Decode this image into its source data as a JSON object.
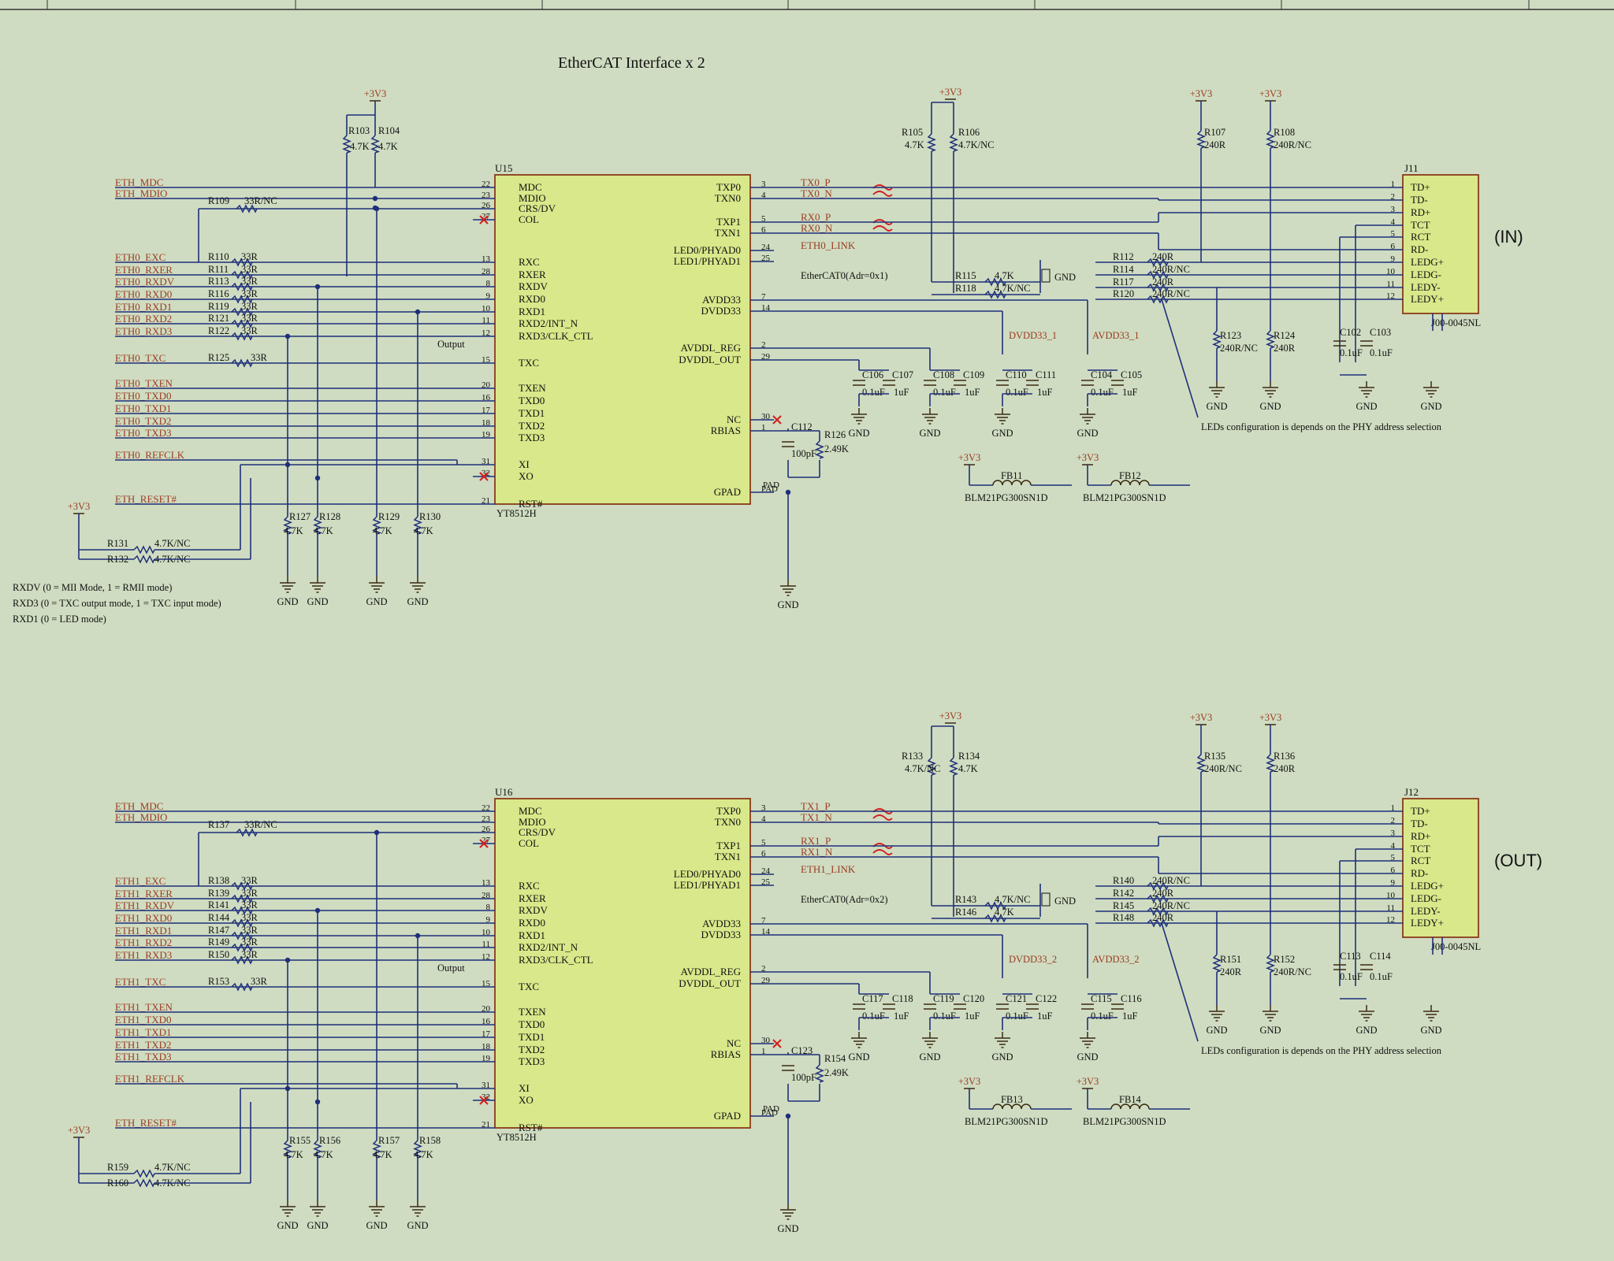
{
  "title": "EtherCAT Interface x 2",
  "colors": {
    "background": "#cfdcc1",
    "wire": "#1f2f7a",
    "chip": "#d8e88a",
    "net_label": "#9b3b22"
  },
  "power_labels": {
    "v33": "+3V3",
    "gnd": "GND",
    "dvdd": "DVDD33_1",
    "avdd": "AVDD33_1",
    "dvdd2": "DVDD33_2",
    "avdd2": "AVDD33_2"
  },
  "chip": {
    "part": "YT8512H",
    "left_pins": [
      {
        "num": "22",
        "name": "MDC"
      },
      {
        "num": "23",
        "name": "MDIO"
      },
      {
        "num": "26",
        "name": "CRS/DV"
      },
      {
        "num": "27",
        "name": "COL"
      },
      {
        "num": "13",
        "name": "RXC"
      },
      {
        "num": "28",
        "name": "RXER"
      },
      {
        "num": "8",
        "name": "RXDV"
      },
      {
        "num": "9",
        "name": "RXD0"
      },
      {
        "num": "10",
        "name": "RXD1"
      },
      {
        "num": "11",
        "name": "RXD2/INT_N"
      },
      {
        "num": "12",
        "name": "RXD3/CLK_CTL"
      },
      {
        "num": "15",
        "name": "TXC"
      },
      {
        "num": "20",
        "name": "TXEN"
      },
      {
        "num": "16",
        "name": "TXD0"
      },
      {
        "num": "17",
        "name": "TXD1"
      },
      {
        "num": "18",
        "name": "TXD2"
      },
      {
        "num": "19",
        "name": "TXD3"
      },
      {
        "num": "31",
        "name": "XI"
      },
      {
        "num": "32",
        "name": "XO"
      },
      {
        "num": "21",
        "name": "RST#"
      }
    ],
    "right_pins": [
      {
        "num": "3",
        "name": "TXP0"
      },
      {
        "num": "4",
        "name": "TXN0"
      },
      {
        "num": "5",
        "name": "TXP1"
      },
      {
        "num": "6",
        "name": "TXN1"
      },
      {
        "num": "24",
        "name": "LED0/PHYAD0"
      },
      {
        "num": "25",
        "name": "LED1/PHYAD1"
      },
      {
        "num": "7",
        "name": "AVDD33"
      },
      {
        "num": "14",
        "name": "DVDD33"
      },
      {
        "num": "2",
        "name": "AVDDL_REG"
      },
      {
        "num": "29",
        "name": "DVDDL_OUT"
      },
      {
        "num": "30",
        "name": "NC"
      },
      {
        "num": "1",
        "name": "RBIAS"
      },
      {
        "num": "PAD",
        "name": "GPAD"
      }
    ],
    "output_label": "Output"
  },
  "connector": {
    "part": "J00-0045NL",
    "pins": [
      {
        "num": "1",
        "name": "TD+"
      },
      {
        "num": "2",
        "name": "TD-"
      },
      {
        "num": "3",
        "name": "RD+"
      },
      {
        "num": "4",
        "name": "TCT"
      },
      {
        "num": "5",
        "name": "RCT"
      },
      {
        "num": "6",
        "name": "RD-"
      },
      {
        "num": "9",
        "name": "LEDG+"
      },
      {
        "num": "10",
        "name": "LEDG-"
      },
      {
        "num": "11",
        "name": "LEDY-"
      },
      {
        "num": "12",
        "name": "LEDY+"
      }
    ]
  },
  "ferrite": "BLM21PG300SN1D",
  "leds_note": "LEDs configuration is depends on the PHY address selection",
  "notes": [
    "RXDV (0 = MII Mode, 1 = RMII mode)",
    "RXD3 (0 = TXC output mode,  1 = TXC input mode)",
    "RXD1 (0 = LED mode)"
  ],
  "instances": [
    {
      "chip_ref": "U15",
      "conn_ref": "J11",
      "tag": "(IN)",
      "adr_note": "EtherCAT0(Adr=0x1)",
      "top_signals": [
        "ETH_MDC",
        "ETH_MDIO"
      ],
      "rx_signals": [
        "ETH0_EXC",
        "ETH0_RXER",
        "ETH0_RXDV",
        "ETH0_RXD0",
        "ETH0_RXD1",
        "ETH0_RXD2",
        "ETH0_RXD3"
      ],
      "txc_signal": "ETH0_TXC",
      "tx_signals": [
        "ETH0_TXEN",
        "ETH0_TXD0",
        "ETH0_TXD1",
        "ETH0_TXD2",
        "ETH0_TXD3"
      ],
      "refclk": "ETH0_REFCLK",
      "reset": "ETH_RESET#",
      "right_signals": [
        "TX0_P",
        "TX0_N",
        "RX0_P",
        "RX0_N",
        "ETH0_LINK"
      ],
      "res_crs": {
        "ref": "R109",
        "val": "33R/NC"
      },
      "res_rx": [
        {
          "ref": "R110",
          "val": "33R"
        },
        {
          "ref": "R111",
          "val": "33R"
        },
        {
          "ref": "R113",
          "val": "33R"
        },
        {
          "ref": "R116",
          "val": "33R"
        },
        {
          "ref": "R119",
          "val": "33R"
        },
        {
          "ref": "R121",
          "val": "33R"
        },
        {
          "ref": "R122",
          "val": "33R"
        }
      ],
      "res_txc": {
        "ref": "R125",
        "val": "33R"
      },
      "res_pull_top": [
        {
          "ref": "R103",
          "val": "4.7K"
        },
        {
          "ref": "R104",
          "val": "4.7K"
        }
      ],
      "res_pull_bot": [
        {
          "ref": "R127",
          "val": "4.7K"
        },
        {
          "ref": "R128",
          "val": "4.7K"
        },
        {
          "ref": "R129",
          "val": "4.7K"
        },
        {
          "ref": "R130",
          "val": "4.7K"
        }
      ],
      "res_rst": [
        {
          "ref": "R131",
          "val": "4.7K/NC"
        },
        {
          "ref": "R132",
          "val": "4.7K/NC"
        }
      ],
      "res_led_top": [
        {
          "ref": "R105",
          "val": "4.7K"
        },
        {
          "ref": "R106",
          "val": "4.7K/NC"
        }
      ],
      "res_led_mid": [
        {
          "ref": "R115",
          "val": "4.7K"
        },
        {
          "ref": "R118",
          "val": "4.7K/NC"
        }
      ],
      "res_led_conn": [
        {
          "ref": "R112",
          "val": "240R"
        },
        {
          "ref": "R114",
          "val": "240R/NC"
        },
        {
          "ref": "R117",
          "val": "240R"
        },
        {
          "ref": "R120",
          "val": "240R/NC"
        }
      ],
      "res_conn_top": [
        {
          "ref": "R107",
          "val": "240R"
        },
        {
          "ref": "R108",
          "val": "240R/NC"
        }
      ],
      "res_conn_bot": [
        {
          "ref": "R123",
          "val": "240R/NC"
        },
        {
          "ref": "R124",
          "val": "240R"
        }
      ],
      "caps_conn": [
        {
          "ref": "C102",
          "val": "0.1uF"
        },
        {
          "ref": "C103",
          "val": "0.1uF"
        }
      ],
      "caps_main": [
        {
          "ref": "C106",
          "val": "0.1uF"
        },
        {
          "ref": "C107",
          "val": "1uF"
        },
        {
          "ref": "C108",
          "val": "0.1uF"
        },
        {
          "ref": "C109",
          "val": "1uF"
        },
        {
          "ref": "C110",
          "val": "0.1uF"
        },
        {
          "ref": "C111",
          "val": "1uF"
        },
        {
          "ref": "C104",
          "val": "0.1uF"
        },
        {
          "ref": "C105",
          "val": "1uF"
        }
      ],
      "cap_rbias": {
        "ref": "C112",
        "val": "100pF"
      },
      "res_rbias": {
        "ref": "R126",
        "val": "2.49K"
      },
      "ferrites": [
        "FB11",
        "FB12"
      ],
      "dvdd_label": "DVDD33_1",
      "avdd_label": "AVDD33_1"
    },
    {
      "chip_ref": "U16",
      "conn_ref": "J12",
      "tag": "(OUT)",
      "adr_note": "EtherCAT0(Adr=0x2)",
      "top_signals": [
        "ETH_MDC",
        "ETH_MDIO"
      ],
      "rx_signals": [
        "ETH1_EXC",
        "ETH1_RXER",
        "ETH1_RXDV",
        "ETH1_RXD0",
        "ETH1_RXD1",
        "ETH1_RXD2",
        "ETH1_RXD3"
      ],
      "txc_signal": "ETH1_TXC",
      "tx_signals": [
        "ETH1_TXEN",
        "ETH1_TXD0",
        "ETH1_TXD1",
        "ETH1_TXD2",
        "ETH1_TXD3"
      ],
      "refclk": "ETH1_REFCLK",
      "reset": "ETH_RESET#",
      "right_signals": [
        "TX1_P",
        "TX1_N",
        "RX1_P",
        "RX1_N",
        "ETH1_LINK"
      ],
      "res_crs": {
        "ref": "R137",
        "val": "33R/NC"
      },
      "res_rx": [
        {
          "ref": "R138",
          "val": "33R"
        },
        {
          "ref": "R139",
          "val": "33R"
        },
        {
          "ref": "R141",
          "val": "33R"
        },
        {
          "ref": "R144",
          "val": "33R"
        },
        {
          "ref": "R147",
          "val": "33R"
        },
        {
          "ref": "R149",
          "val": "33R"
        },
        {
          "ref": "R150",
          "val": "33R"
        }
      ],
      "res_txc": {
        "ref": "R153",
        "val": "33R"
      },
      "res_pull_top": [],
      "res_pull_bot": [
        {
          "ref": "R155",
          "val": "4.7K"
        },
        {
          "ref": "R156",
          "val": "4.7K"
        },
        {
          "ref": "R157",
          "val": "4.7K"
        },
        {
          "ref": "R158",
          "val": "4.7K"
        }
      ],
      "res_rst": [
        {
          "ref": "R159",
          "val": "4.7K/NC"
        },
        {
          "ref": "R160",
          "val": "4.7K/NC"
        }
      ],
      "res_led_top": [
        {
          "ref": "R133",
          "val": "4.7K/NC"
        },
        {
          "ref": "R134",
          "val": "4.7K"
        }
      ],
      "res_led_mid": [
        {
          "ref": "R143",
          "val": "4.7K/NC"
        },
        {
          "ref": "R146",
          "val": "4.7K"
        }
      ],
      "res_led_conn": [
        {
          "ref": "R140",
          "val": "240R/NC"
        },
        {
          "ref": "R142",
          "val": "240R"
        },
        {
          "ref": "R145",
          "val": "240R/NC"
        },
        {
          "ref": "R148",
          "val": "240R"
        }
      ],
      "res_conn_top": [
        {
          "ref": "R135",
          "val": "240R/NC"
        },
        {
          "ref": "R136",
          "val": "240R"
        }
      ],
      "res_conn_bot": [
        {
          "ref": "R151",
          "val": "240R"
        },
        {
          "ref": "R152",
          "val": "240R/NC"
        }
      ],
      "caps_conn": [
        {
          "ref": "C113",
          "val": "0.1uF"
        },
        {
          "ref": "C114",
          "val": "0.1uF"
        }
      ],
      "caps_main": [
        {
          "ref": "C117",
          "val": "0.1uF"
        },
        {
          "ref": "C118",
          "val": "1uF"
        },
        {
          "ref": "C119",
          "val": "0.1uF"
        },
        {
          "ref": "C120",
          "val": "1uF"
        },
        {
          "ref": "C121",
          "val": "0.1uF"
        },
        {
          "ref": "C122",
          "val": "1uF"
        },
        {
          "ref": "C115",
          "val": "0.1uF"
        },
        {
          "ref": "C116",
          "val": "1uF"
        }
      ],
      "cap_rbias": {
        "ref": "C123",
        "val": "100pF"
      },
      "res_rbias": {
        "ref": "R154",
        "val": "2.49K"
      },
      "ferrites": [
        "FB13",
        "FB14"
      ],
      "dvdd_label": "DVDD33_2",
      "avdd_label": "AVDD33_2"
    }
  ]
}
